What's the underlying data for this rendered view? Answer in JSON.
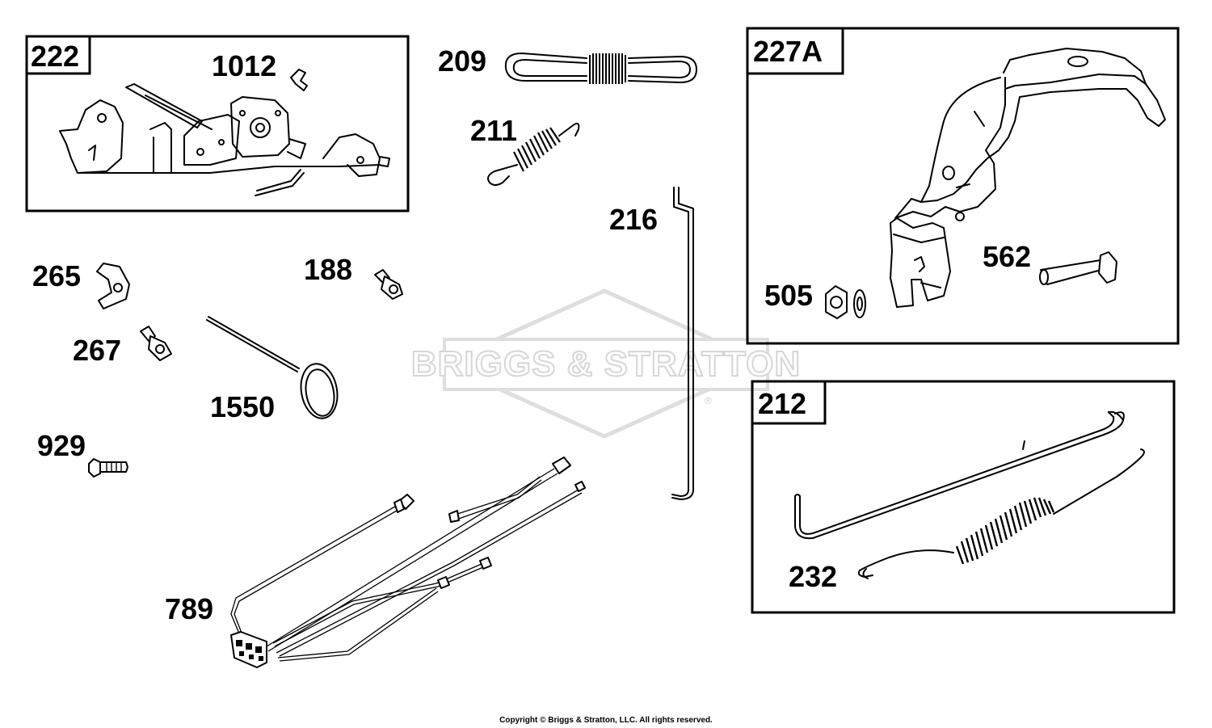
{
  "watermark": {
    "text": "BRIGGS & STRATTON",
    "mark": "®"
  },
  "callouts": {
    "p222": "222",
    "p1012": "1012",
    "p209": "209",
    "p211": "211",
    "p227a": "227A",
    "p216": "216",
    "p562": "562",
    "p505": "505",
    "p265": "265",
    "p188": "188",
    "p267": "267",
    "p1550": "1550",
    "p929": "929",
    "p212": "212",
    "p232": "232",
    "p789": "789"
  },
  "footer": {
    "copyright": "Copyright © Briggs & Stratton, LLC. All rights reserved."
  }
}
